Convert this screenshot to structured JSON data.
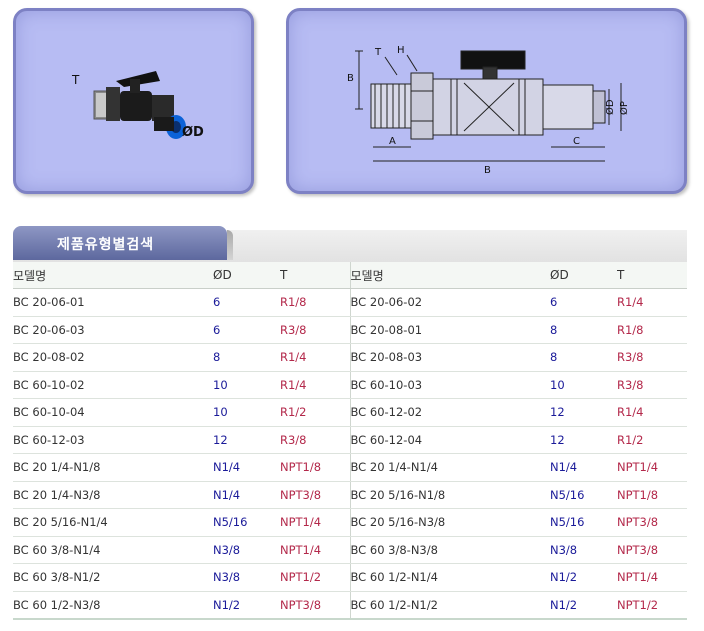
{
  "product_image": {
    "label_t": "T",
    "label_od": "ØD",
    "colors": {
      "panel": "#b7bcf3",
      "panel_border": "#7d81c4"
    }
  },
  "diagram": {
    "labels": {
      "t": "T",
      "h": "H",
      "b_side": "B",
      "a": "A",
      "b_bottom": "B",
      "c": "C",
      "od": "ØD",
      "op": "ØP"
    }
  },
  "search_section": {
    "tab_label": "제품유형별검색"
  },
  "table": {
    "headers": [
      "모델명",
      "ØD",
      "T",
      "모델명",
      "ØD",
      "T"
    ],
    "rows": [
      [
        "BC 20-06-01",
        "6",
        "R1/8",
        "BC 20-06-02",
        "6",
        "R1/4"
      ],
      [
        "BC 20-06-03",
        "6",
        "R3/8",
        "BC 20-08-01",
        "8",
        "R1/8"
      ],
      [
        "BC 20-08-02",
        "8",
        "R1/4",
        "BC 20-08-03",
        "8",
        "R3/8"
      ],
      [
        "BC 60-10-02",
        "10",
        "R1/4",
        "BC 60-10-03",
        "10",
        "R3/8"
      ],
      [
        "BC 60-10-04",
        "10",
        "R1/2",
        "BC 60-12-02",
        "12",
        "R1/4"
      ],
      [
        "BC 60-12-03",
        "12",
        "R3/8",
        "BC 60-12-04",
        "12",
        "R1/2"
      ],
      [
        "BC 20 1/4-N1/8",
        "N1/4",
        "NPT1/8",
        "BC 20 1/4-N1/4",
        "N1/4",
        "NPT1/4"
      ],
      [
        "BC 20 1/4-N3/8",
        "N1/4",
        "NPT3/8",
        "BC 20 5/16-N1/8",
        "N5/16",
        "NPT1/8"
      ],
      [
        "BC 20 5/16-N1/4",
        "N5/16",
        "NPT1/4",
        "BC 20 5/16-N3/8",
        "N5/16",
        "NPT3/8"
      ],
      [
        "BC 60 3/8-N1/4",
        "N3/8",
        "NPT1/4",
        "BC 60 3/8-N3/8",
        "N3/8",
        "NPT3/8"
      ],
      [
        "BC 60 3/8-N1/2",
        "N3/8",
        "NPT1/2",
        "BC 60 1/2-N1/4",
        "N1/2",
        "NPT1/4"
      ],
      [
        "BC 60 1/2-N3/8",
        "N1/2",
        "NPT3/8",
        "BC 60 1/2-N1/2",
        "N1/2",
        "NPT1/2"
      ]
    ],
    "colors": {
      "od_text": "#1a1a99",
      "t_text": "#b3284a"
    }
  }
}
